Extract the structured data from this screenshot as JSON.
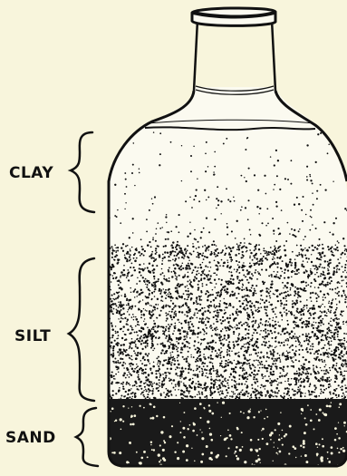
{
  "diagram": {
    "layers": [
      {
        "id": "clay",
        "label": "CLAY"
      },
      {
        "id": "silt",
        "label": "SILT"
      },
      {
        "id": "sand",
        "label": "SAND"
      }
    ],
    "colors": {
      "background": "#f8f5dc",
      "ink": "#111111"
    }
  }
}
